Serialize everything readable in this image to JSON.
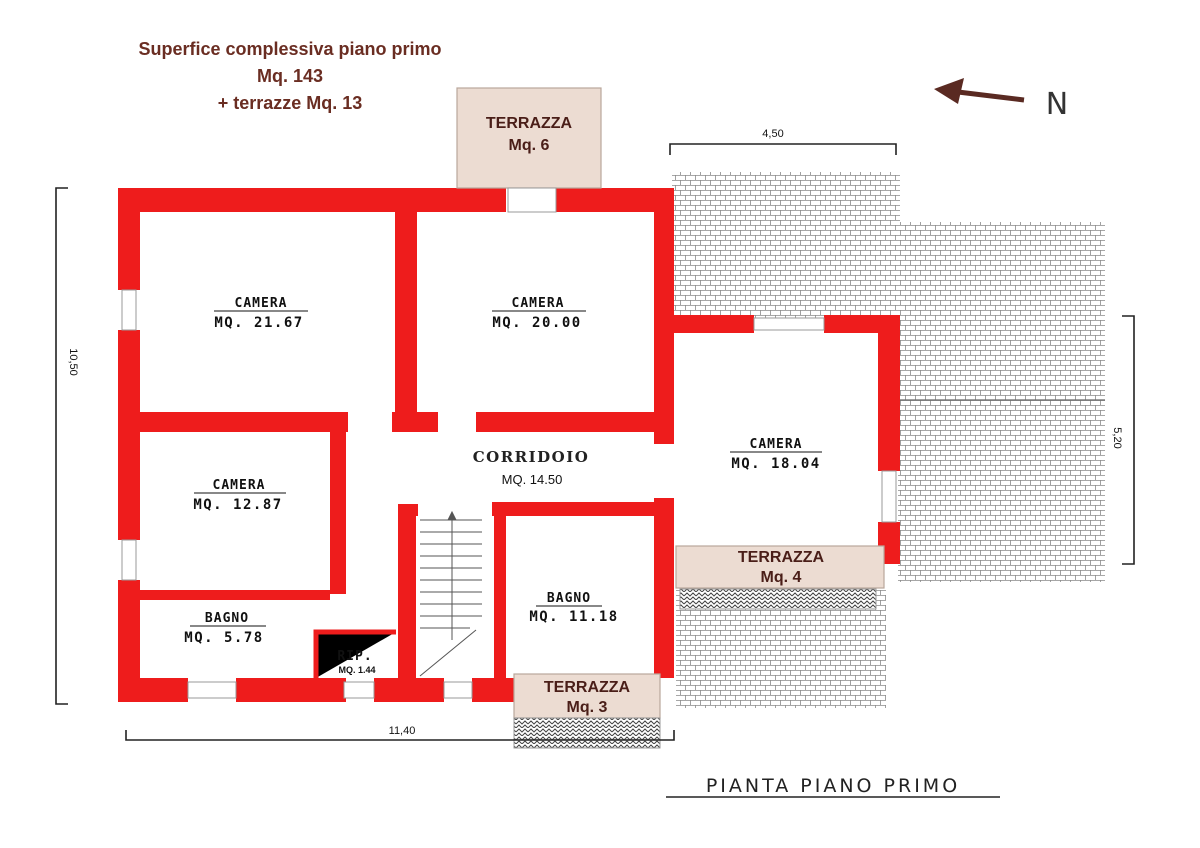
{
  "header": {
    "line1": "Superfice complessiva piano primo",
    "line2": "Mq. 143",
    "line3": "+ terrazze Mq. 13"
  },
  "north": {
    "label": "N"
  },
  "dimensions": {
    "top": "4,50",
    "left": "10,50",
    "right": "5,20",
    "bottom": "11,40"
  },
  "rooms": {
    "camera_a": {
      "name": "CAMERA",
      "area": "MQ. 21.67"
    },
    "camera_b": {
      "name": "CAMERA",
      "area": "MQ. 20.00"
    },
    "camera_c": {
      "name": "CAMERA",
      "area": "MQ. 12.87"
    },
    "camera_d": {
      "name": "CAMERA",
      "area": "MQ. 18.04"
    },
    "corridoio": {
      "name": "CORRIDOIO",
      "area": "MQ. 14.50"
    },
    "bagno_a": {
      "name": "BAGNO",
      "area": "MQ. 5.78"
    },
    "bagno_b": {
      "name": "BAGNO",
      "area": "MQ. 11.18"
    },
    "ripostiglio": {
      "name": "RIP.",
      "area": "MQ. 1.44"
    }
  },
  "terraces": {
    "t6": {
      "name": "TERRAZZA",
      "area": "Mq. 6"
    },
    "t4": {
      "name": "TERRAZZA",
      "area": "Mq. 4"
    },
    "t3": {
      "name": "TERRAZZA",
      "area": "Mq. 3"
    }
  },
  "footer": {
    "title": "PIANTA PIANO PRIMO"
  },
  "colors": {
    "wall": "#ee1c1c",
    "terrace": "#ecdcd2",
    "header_text": "#6a2d22"
  }
}
